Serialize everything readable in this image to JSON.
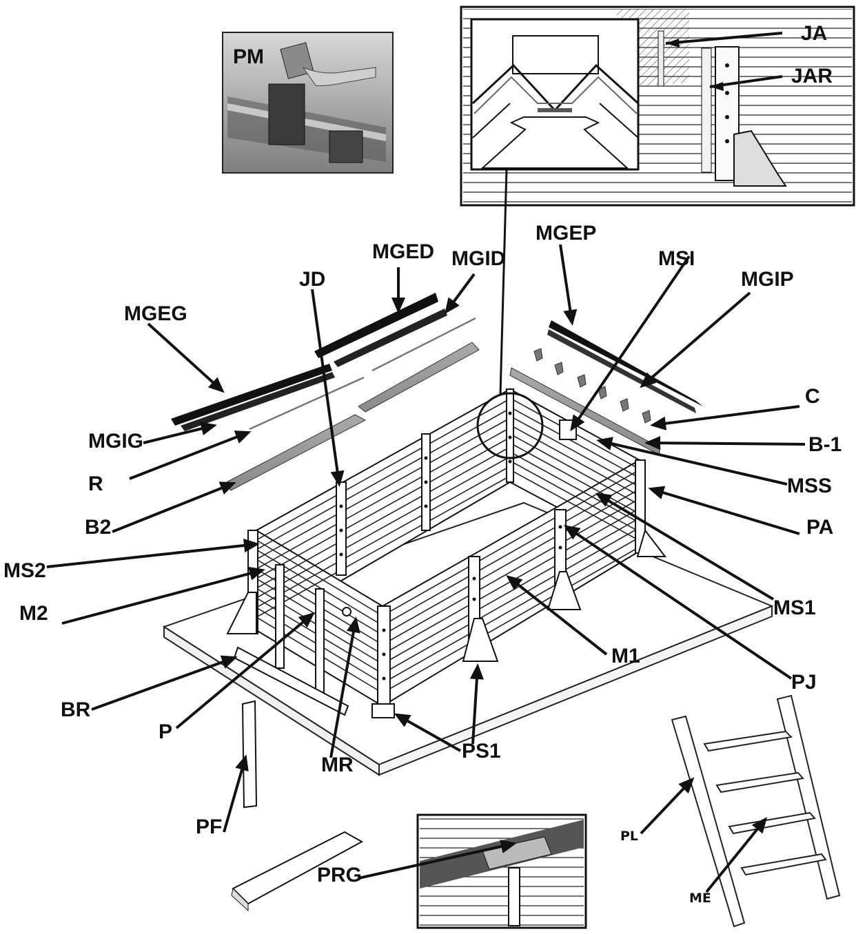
{
  "diagram": {
    "inset_labels": {
      "pm": "PM",
      "ja": "JA",
      "jar": "JAR"
    },
    "labels": {
      "mged": "MGED",
      "mgid": "MGID",
      "mgep": "MGEP",
      "msi": "MSI",
      "mgip": "MGIP",
      "jd": "JD",
      "mgeg": "MGEG",
      "c": "C",
      "b1": "B-1",
      "mgig": "MGIG",
      "r": "R",
      "mss": "MSS",
      "b2": "B2",
      "pa": "PA",
      "ms2": "MS2",
      "ms1": "MS1",
      "m2": "M2",
      "m1": "M1",
      "pj": "PJ",
      "br": "BR",
      "p": "P",
      "ps1": "PS1",
      "mr": "MR",
      "pf": "PF",
      "prg": "PRG",
      "pl": "PL",
      "me": "ME"
    }
  }
}
